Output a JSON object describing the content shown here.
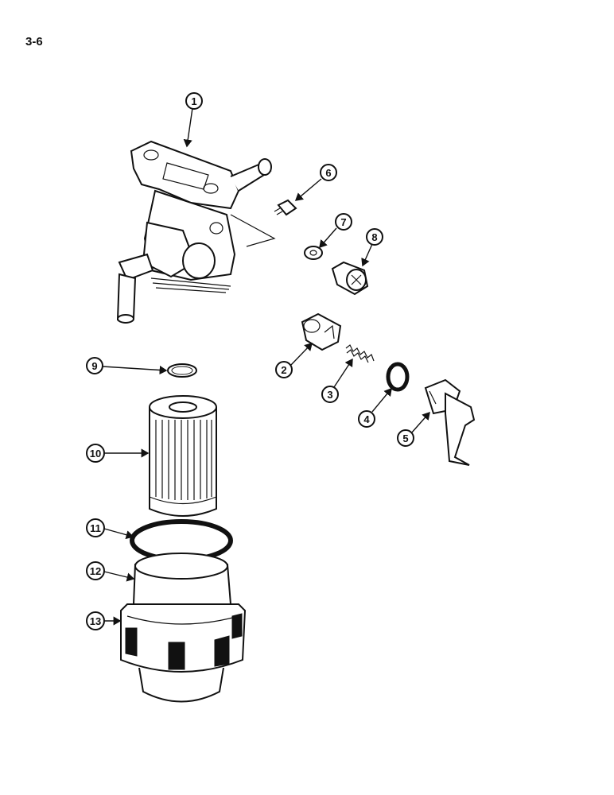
{
  "page": {
    "label": "3-6"
  },
  "callouts": [
    "1",
    "2",
    "3",
    "4",
    "5",
    "6",
    "7",
    "8",
    "9",
    "10",
    "11",
    "12",
    "13"
  ],
  "colors": {
    "ink": "#111111",
    "paper": "#ffffff"
  }
}
